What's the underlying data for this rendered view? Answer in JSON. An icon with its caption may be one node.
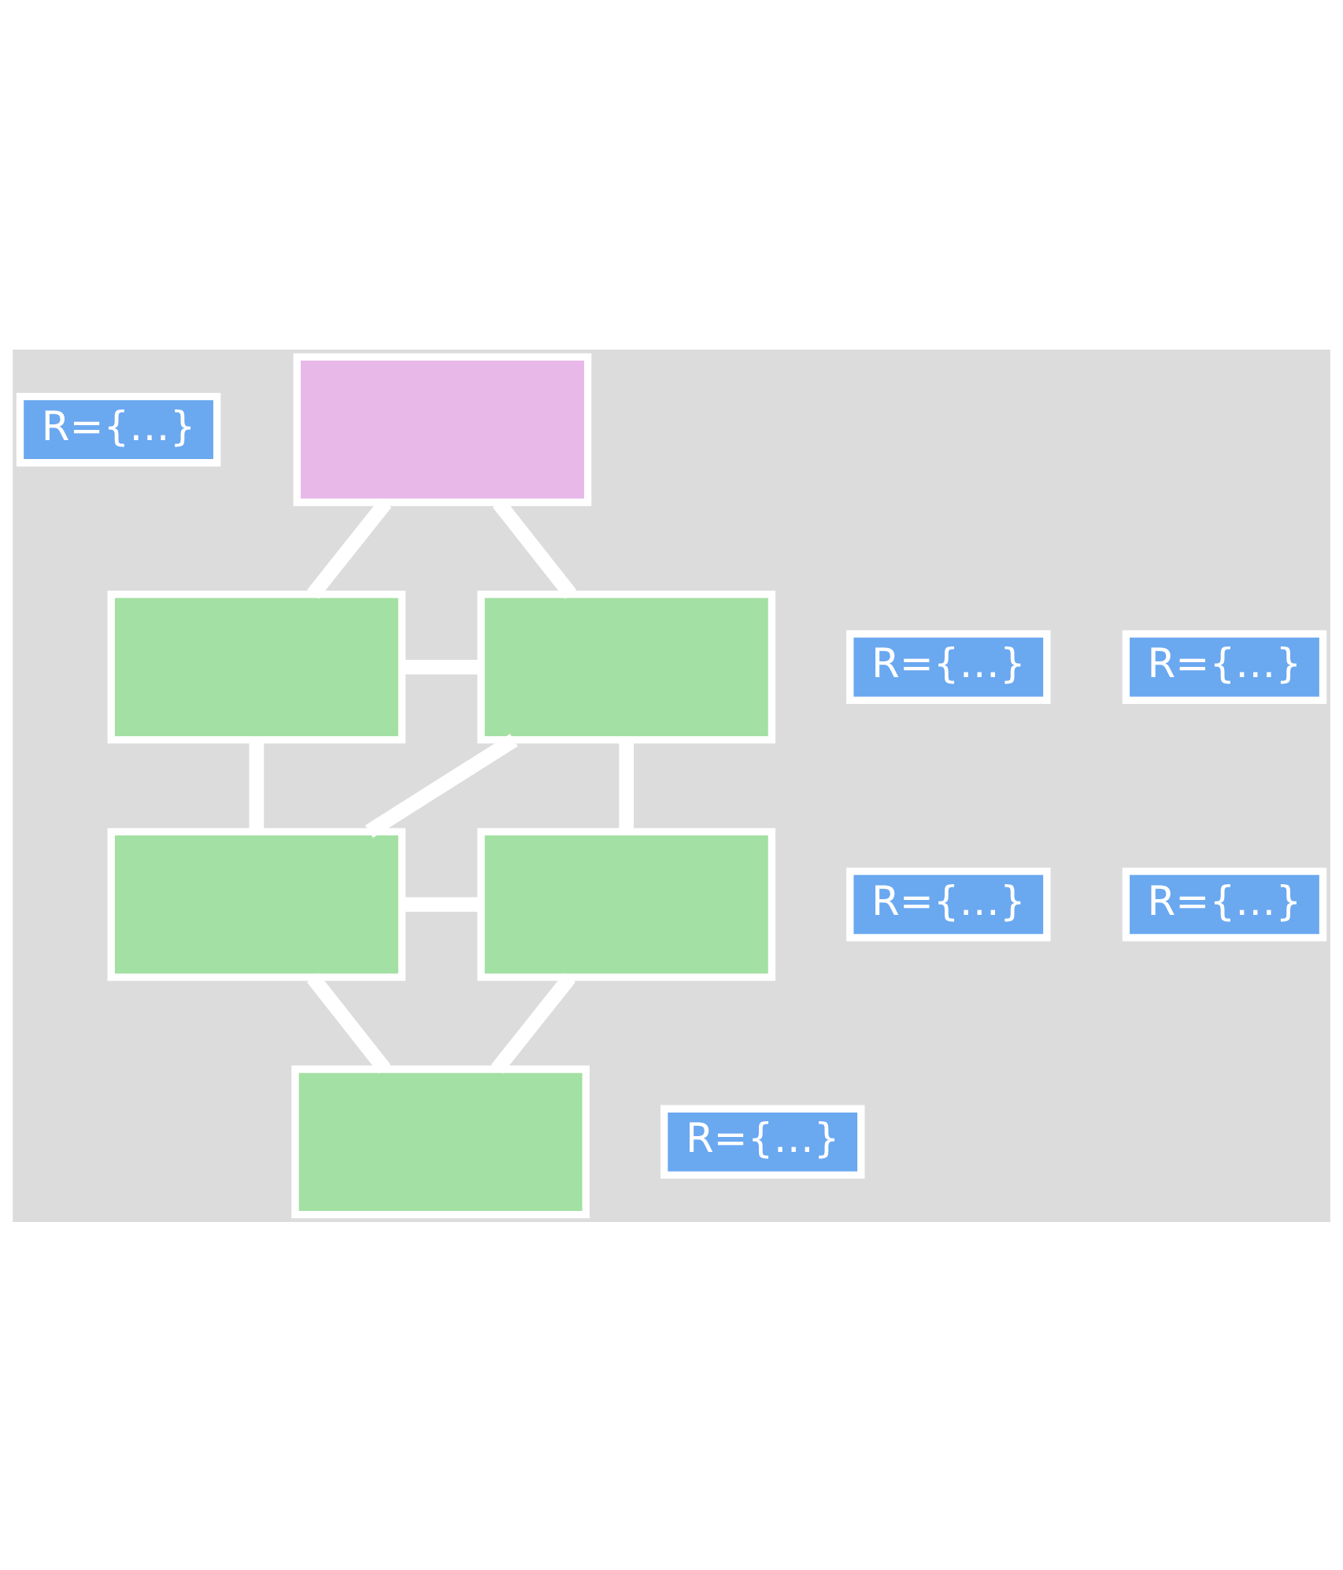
{
  "diagram": {
    "nodes": [
      {
        "text": [
          "R={…}"
        ]
      },
      {
        "text": [],
        "shape": "box"
      },
      {
        "text": [
          "R={…}"
        ]
      },
      {
        "text": [
          "R={…}"
        ]
      },
      {
        "text": [],
        "shape": "box"
      },
      {
        "text": [],
        "shape": "box"
      },
      {
        "text": [
          "R={…}"
        ]
      },
      {
        "text": [
          "R={…}"
        ]
      },
      {
        "text": [],
        "shape": "box"
      },
      {
        "text": [],
        "shape": "box"
      },
      {
        "text": [
          "R={…}"
        ]
      },
      {
        "text": [],
        "shape": "box"
      }
    ],
    "edges": [
      {
        "from": 1,
        "to": 4,
        "arrow": "none"
      },
      {
        "from": 1,
        "to": 5,
        "arrow": "none"
      },
      {
        "from": 4,
        "to": 5,
        "arrow": "none"
      },
      {
        "from": 4,
        "to": 8,
        "arrow": "none"
      },
      {
        "from": 5,
        "to": 8,
        "arrow": "none"
      },
      {
        "from": 5,
        "to": 9,
        "arrow": "none"
      },
      {
        "from": 8,
        "to": 9,
        "arrow": "none"
      },
      {
        "from": 8,
        "to": 11,
        "arrow": "none"
      },
      {
        "from": 9,
        "to": 11,
        "arrow": "none"
      }
    ]
  }
}
